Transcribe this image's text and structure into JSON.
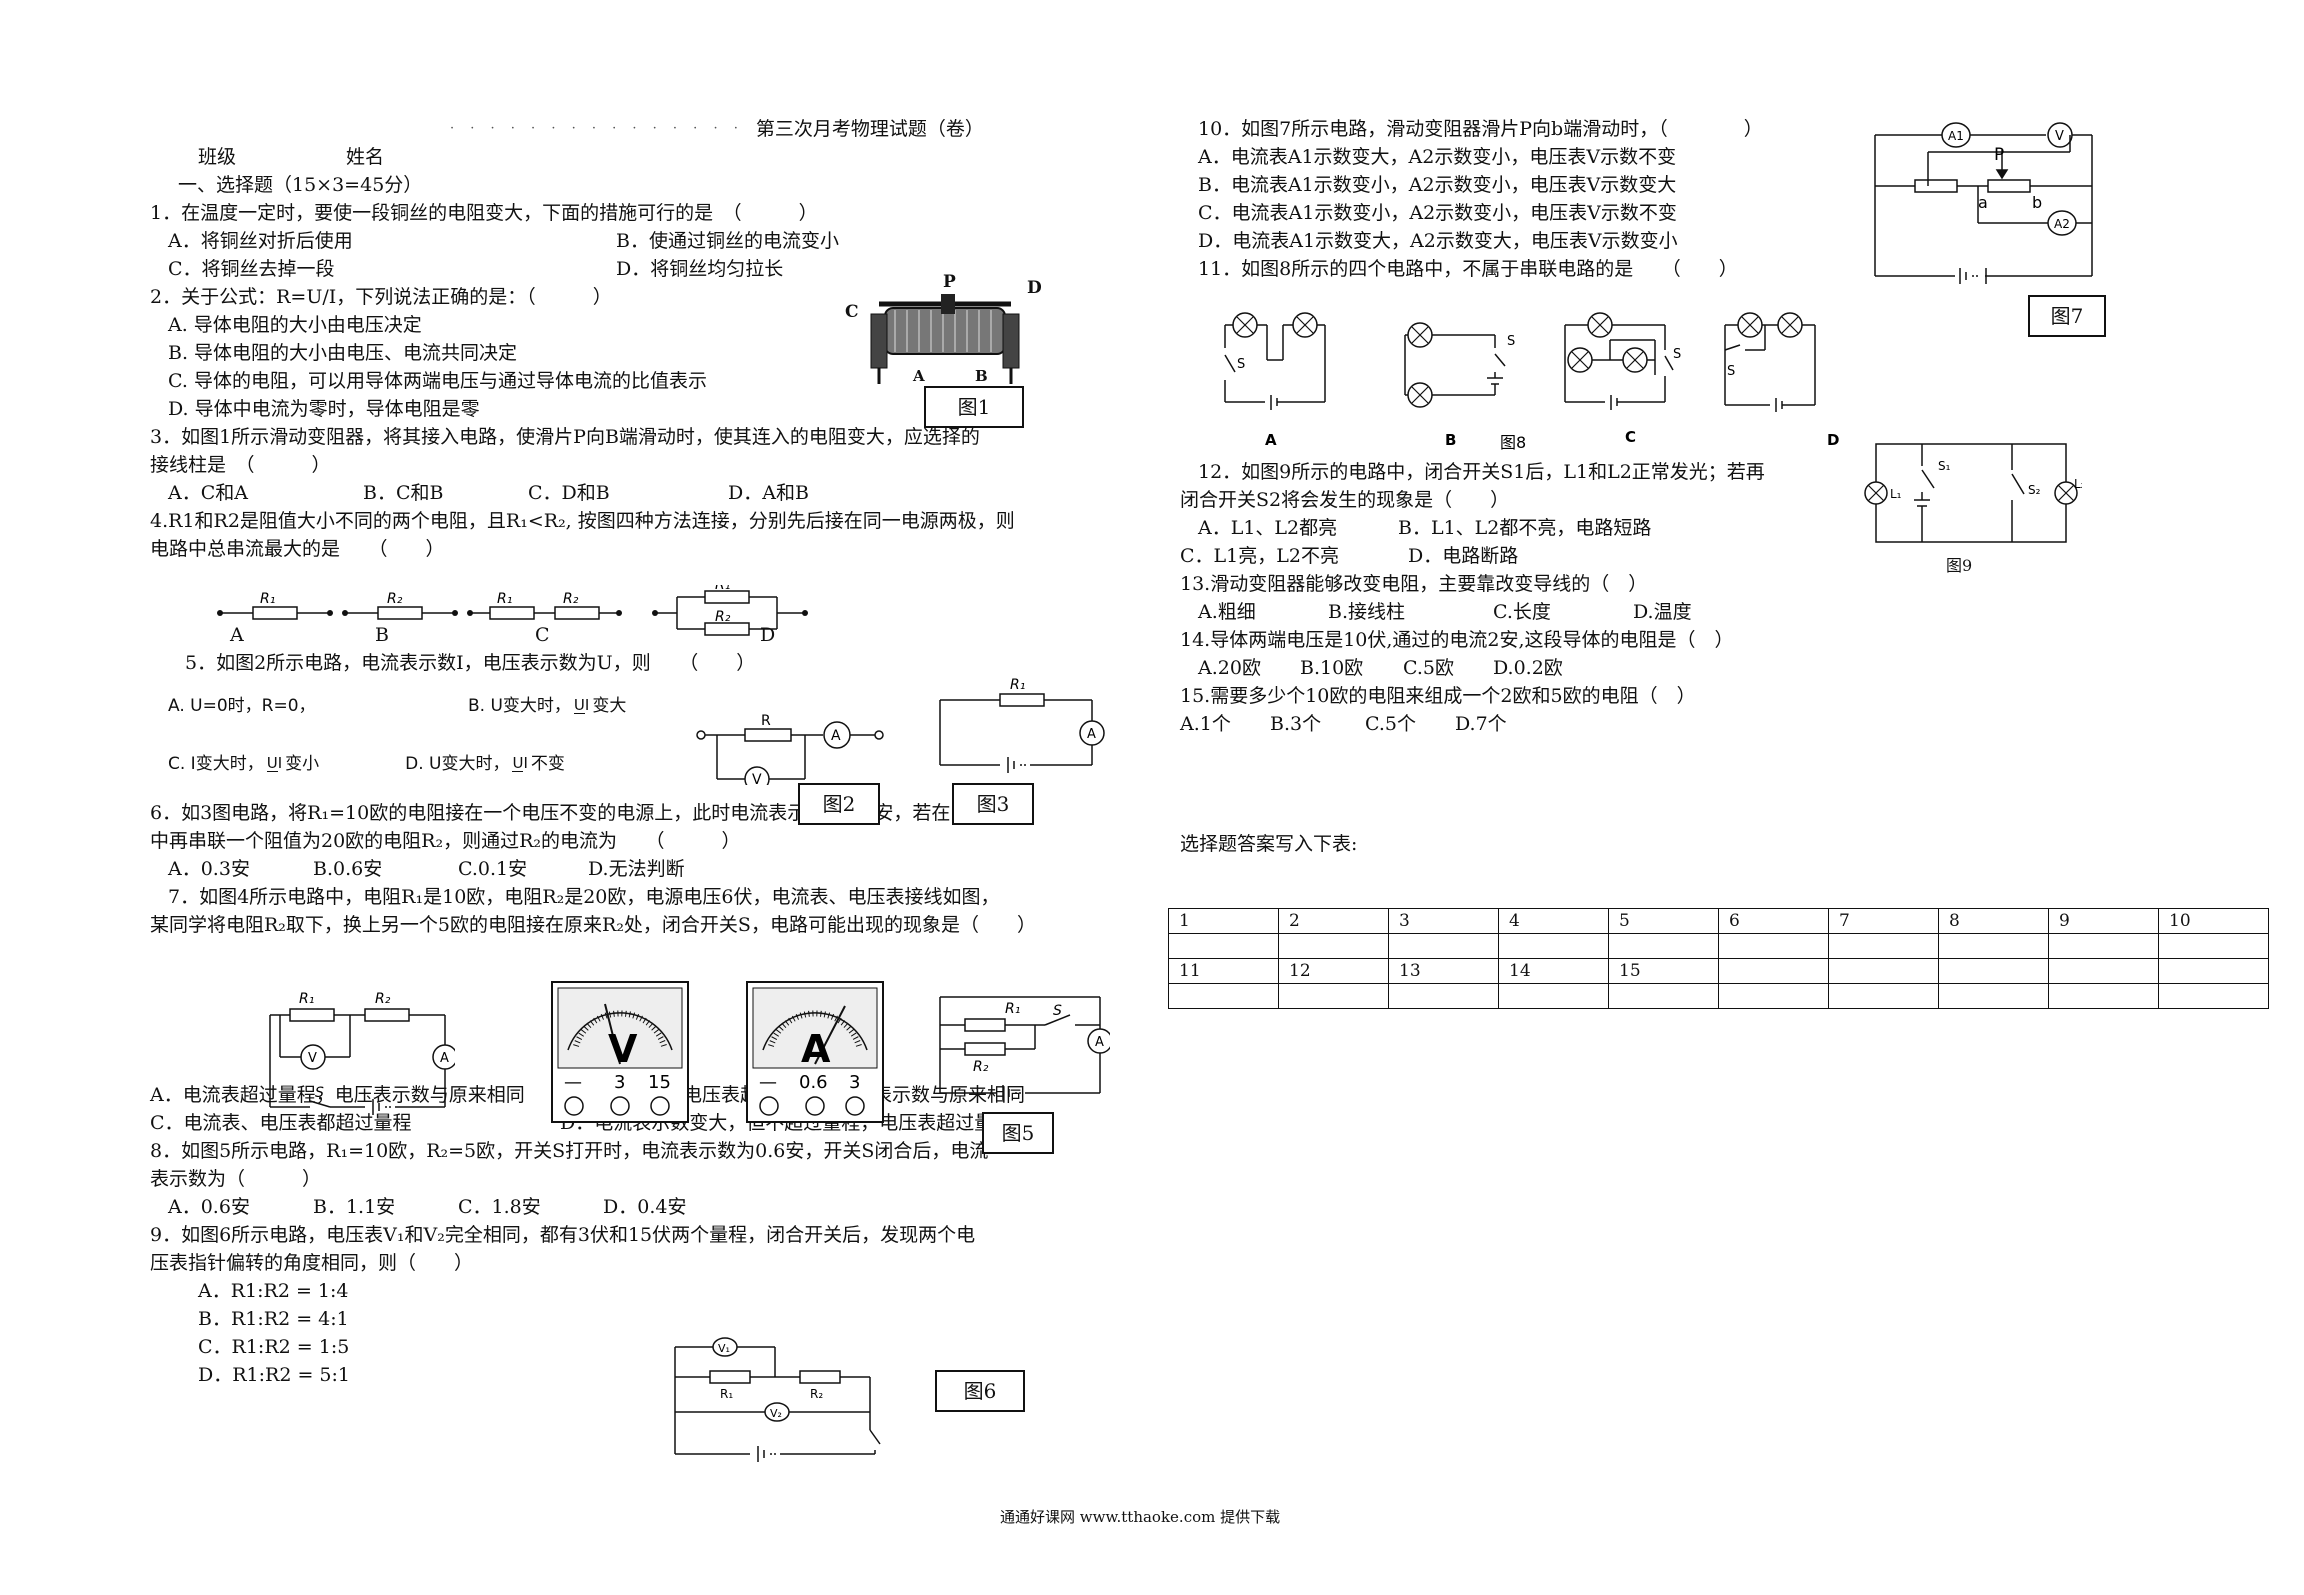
{
  "header": {
    "title": "第三次月考物理试题（卷）",
    "class_label": "班级",
    "name_label": "姓名",
    "section1": "一、选择题（15×3=45分）"
  },
  "q1": {
    "stem": "1．在温度一定时，要使一段铜丝的电阻变大，下面的措施可行的是　（　　　）",
    "a": "A．将铜丝对折后使用",
    "b": "B．使通过铜丝的电流变小",
    "c": "C．将铜丝去掉一段",
    "d": "D．将铜丝均匀拉长"
  },
  "q2": {
    "stem": "2．关于公式：R=U/I，下列说法正确的是：（　　　）",
    "a": "A. 导体电阻的大小由电压决定",
    "b": "B. 导体电阻的大小由电压、电流共同决定",
    "c": "C. 导体的电阻，可以用导体两端电压与通过导体电流的比值表示",
    "d": "D. 导体中电流为零时，导体电阻是零"
  },
  "q3": {
    "stem": "3．如图1所示滑动变阻器，将其接入电路，使滑片P向B端滑动时，使其连入的电阻变大，应选择的",
    "stem2": "接线柱是　（　　　）",
    "a": "A．C和A",
    "b": "B．C和B",
    "c": "C．D和B",
    "d": "D．A和B"
  },
  "q4": {
    "stem": "4.R1和R2是阻值大小不同的两个电阻，且R₁<R₂, 按图四种方法连接，分别先后接在同一电源两极，则",
    "stem2": "电路中总串流最大的是　　（　　）",
    "a": "A",
    "b": "B",
    "c": "C",
    "d": "D"
  },
  "q5": {
    "stem": "5．如图2所示电路，电流表示数I，电压表示数为U，则　　（　　）",
    "a1": "A. U=0时，R=0，",
    "b1": "B. U变大时，",
    "b2": "变大",
    "c1": "C. I变大时，",
    "c2": "变小",
    "d1": "D. U变大时，",
    "d2": "不变",
    "num": "U",
    "den": "I"
  },
  "q6": {
    "stem": "6．如3图电路，将R₁=10欧的电阻接在一个电压不变的电源上，此时电流表示数为0.3安，若在电路",
    "stem2": "中再串联一个阻值为20欧的电阻R₂，则通过R₂的电流为　　（　　　）",
    "a": "A．0.3安",
    "b": "B.0.6安",
    "c": "C.0.1安",
    "d": "D.无法判断"
  },
  "q7": {
    "stem": "7．如图4所示电路中，电阻R₁是10欧，电阻R₂是20欧，电源电压6伏，电流表、电压表接线如图，",
    "stem2": "某同学将电阻R₂取下，换上另一个5欧的电阻接在原来R₂处，闭合开关S，电路可能出现的现象是（　　）",
    "a": "A．电流表超过量程，电压表示数与原来相同",
    "b": "B．电压表超过量程，电流表示数与原来相同",
    "c": "C．电流表、电压表都超过量程",
    "d": "D．电流表示数变大，但不超过量程，电压表超过量程"
  },
  "q8": {
    "stem": "8．如图5所示电路，R₁=10欧，R₂=5欧，开关S打开时，电流表示数为0.6安，开关S闭合后，电流",
    "stem2": "表示数为（　　　）",
    "a": "A．0.6安",
    "b": "B．1.1安",
    "c": "C．1.8安",
    "d": "D．0.4安"
  },
  "q9": {
    "stem": "9．如图6所示电路，电压表V₁和V₂完全相同，都有3伏和15伏两个量程，闭合开关后，发现两个电",
    "stem2": "压表指针偏转的角度相同，则（　　）",
    "a": "A．R1:R2 = 1:4",
    "b": "B．R1:R2 = 4:1",
    "c": "C．R1:R2 = 1:5",
    "d": "D．R1:R2 = 5:1"
  },
  "q10": {
    "stem": "10．如图7所示电路，滑动变阻器滑片P向b端滑动时，（　　　　）",
    "a": "A．电流表A1示数变大，A2示数变小，电压表V示数不变",
    "b": "B．电流表A1示数变小，A2示数变小，电压表V示数变大",
    "c": "C．电流表A1示数变小，A2示数变小，电压表V示数不变",
    "d": "D．电流表A1示数变大，A2示数变大，电压表V示数变小"
  },
  "q11": {
    "stem": "11．如图8所示的四个电路中，不属于串联电路的是　　（　　）"
  },
  "q12": {
    "stem": "12．如图9所示的电路中，闭合开关S1后，L1和L2正常发光；若再",
    "stem2": "闭合开关S2将会发生的现象是（　　）",
    "a": "A．L1、L2都亮",
    "b": "B．L1、L2都不亮，电路短路",
    "c": "C．L1亮，L2不亮",
    "d": "D．电路断路"
  },
  "q13": {
    "stem": "13.滑动变阻器能够改变电阻，主要靠改变导线的（　）",
    "a": "A.粗细",
    "b": "B.接线柱",
    "c": "C.长度",
    "d": "D.温度"
  },
  "q14": {
    "stem": "14.导体两端电压是10伏,通过的电流2安,这段导体的电阻是（　）",
    "a": "A.20欧",
    "b": "B.10欧",
    "c": "C.5欧",
    "d": "D.0.2欧"
  },
  "q15": {
    "stem": "15.需要多少个10欧的电阻来组成一个2欧和5欧的电阻（　）",
    "a": "A.1个",
    "b": "B.3个",
    "c": "C.5个",
    "d": "D.7个"
  },
  "answer_prompt": "选择题答案写入下表:",
  "answer_row1": [
    "1",
    "2",
    "3",
    "4",
    "5",
    "6",
    "7",
    "8",
    "9",
    "10"
  ],
  "answer_row2": [
    "11",
    "12",
    "13",
    "14",
    "15",
    "",
    "",
    "",
    "",
    ""
  ],
  "figures": {
    "f1": "图1",
    "f2": "图2",
    "f3": "图3",
    "f5": "图5",
    "f6": "图6",
    "f7": "图7",
    "f8": "图8",
    "f9": "图9"
  },
  "fig_text": {
    "c": "C",
    "p": "P",
    "d": "D",
    "a": "A",
    "b": "B",
    "r": "R",
    "r1": "R₁",
    "r2": "R₂",
    "amm": "A",
    "vm": "V",
    "s": "S",
    "s1": "S₁",
    "s2": "S₂",
    "l1": "L₁",
    "l2": "L₂",
    "a1": "A1",
    "a2": "A2",
    "sa": "a",
    "sb": "b",
    "v1": "V₁",
    "v2": "V₂",
    "m3": "3",
    "m15": "15",
    "m06": "0.6",
    "minus": "—",
    "f8a": "A",
    "f8b": "B",
    "f8c": "C",
    "f8d": "D"
  },
  "footer": "通通好课网 www.tthaoke.com 提供下载"
}
